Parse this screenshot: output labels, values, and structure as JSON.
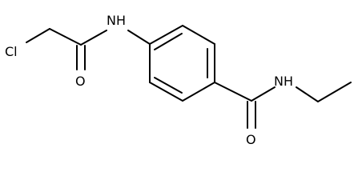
{
  "molecule": {
    "atoms": {
      "chlorine": "Cl",
      "amide_nh_left": "NH",
      "carbonyl_o_left": "O",
      "amide_nh_right": "NH",
      "carbonyl_o_right": "O"
    }
  }
}
